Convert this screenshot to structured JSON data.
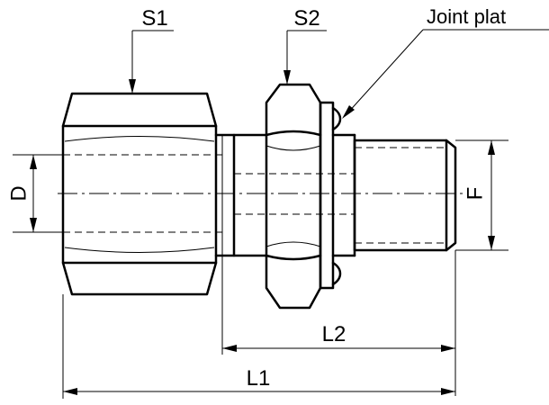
{
  "labels": {
    "s1": "S1",
    "s2": "S2",
    "joint_plate": "Joint plat",
    "d": "D",
    "f": "F",
    "l1": "L1",
    "l2": "L2"
  }
}
